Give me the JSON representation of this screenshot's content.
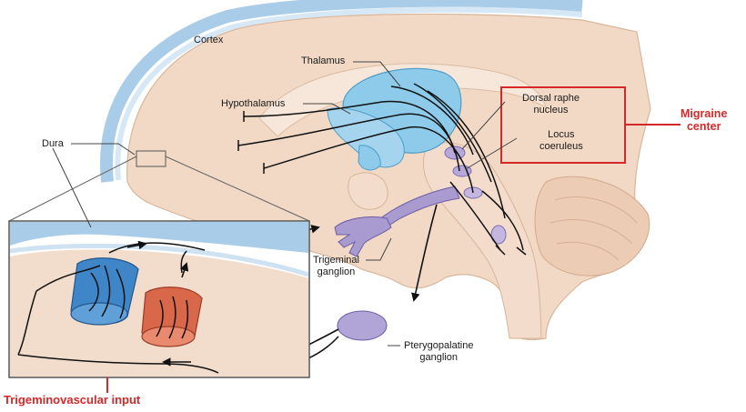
{
  "labels": {
    "cortex": "Cortex",
    "thalamus": "Thalamus",
    "hypothalamus": "Hypothalamus",
    "dorsal_raphe_line1": "Dorsal raphe",
    "dorsal_raphe_line2": "nucleus",
    "locus_line1": "Locus",
    "locus_line2": "coeruleus",
    "migraine_line1": "Migraine",
    "migraine_line2": "center",
    "dura": "Dura",
    "trigeminal_line1": "Trigeminal",
    "trigeminal_line2": "ganglion",
    "pterygo_line1": "Pterygopalatine",
    "pterygo_line2": "ganglion",
    "trigeminovascular": "Trigeminovascular input"
  },
  "colors": {
    "brain": "#f1d9c6",
    "brain_dark": "#e6c2a8",
    "meninges": "#bcd7ee",
    "thalamus": "#8ecbea",
    "brainstem_nuclei": "#b6a9d9",
    "ganglion": "#a99ad0",
    "vessel_blue": "#3f86c9",
    "vessel_red": "#d9674a",
    "highlight": "#d62828",
    "nerve": "#111111"
  }
}
